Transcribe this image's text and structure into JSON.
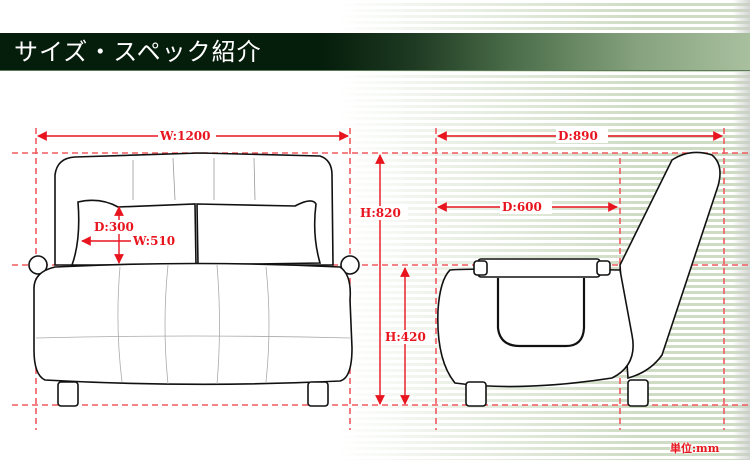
{
  "header": {
    "title": "サイズ・スペック紹介"
  },
  "colors": {
    "title_bar_dark": "#051d0b",
    "title_bar_light": "#a9c09f",
    "dimension_red": "#e8141e",
    "stripe_green": "#cfdcc4"
  },
  "front_view": {
    "width_label": "W:1200",
    "height_total_label": "H:820",
    "seat_height_label": "H:420",
    "cushion_depth_label": "D:300",
    "cushion_width_label": "W:510"
  },
  "side_view": {
    "total_depth_label": "D:890",
    "seat_depth_label": "D:600"
  },
  "footer": {
    "unit_label": "単位:mm"
  }
}
